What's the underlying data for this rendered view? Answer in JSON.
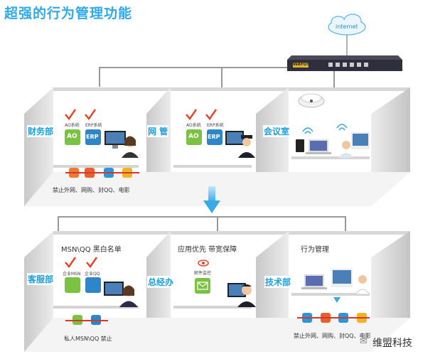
{
  "title": "超强的行为管理功能",
  "internet_label": "internet",
  "router": {
    "brand": "WAYOS"
  },
  "top_rooms": [
    {
      "name": "财务部",
      "apps": [
        "AO系统",
        "ERP系统"
      ],
      "app_icons": [
        "AO",
        "ERP"
      ],
      "blocked_caption": "禁止外网、网购、封QQ、电影"
    },
    {
      "name": "网 管",
      "apps": [
        "AO系统",
        "ERP系统"
      ],
      "app_icons": [
        "AO",
        "ERP"
      ]
    },
    {
      "name": "会议室"
    }
  ],
  "bottom_rooms": [
    {
      "name": "客服部",
      "header": "MSN\\QQ 黑白名单",
      "apps": [
        "企业MSN",
        "企业QQ"
      ],
      "blocked_caption": "私人MSN\\QQ 禁止"
    },
    {
      "name": "总经办",
      "header": "应用优先 带宽保障",
      "apps": [
        "邮件监控"
      ]
    },
    {
      "name": "技术部",
      "header": "行为管理",
      "blocked_caption": "禁止外网、网购、封QQ、电影"
    }
  ],
  "watermark": "维盟科技",
  "colors": {
    "accent": "#1aa0de",
    "check": "#e8462a",
    "block_line": "#d9362b",
    "green": "#7cc242"
  }
}
